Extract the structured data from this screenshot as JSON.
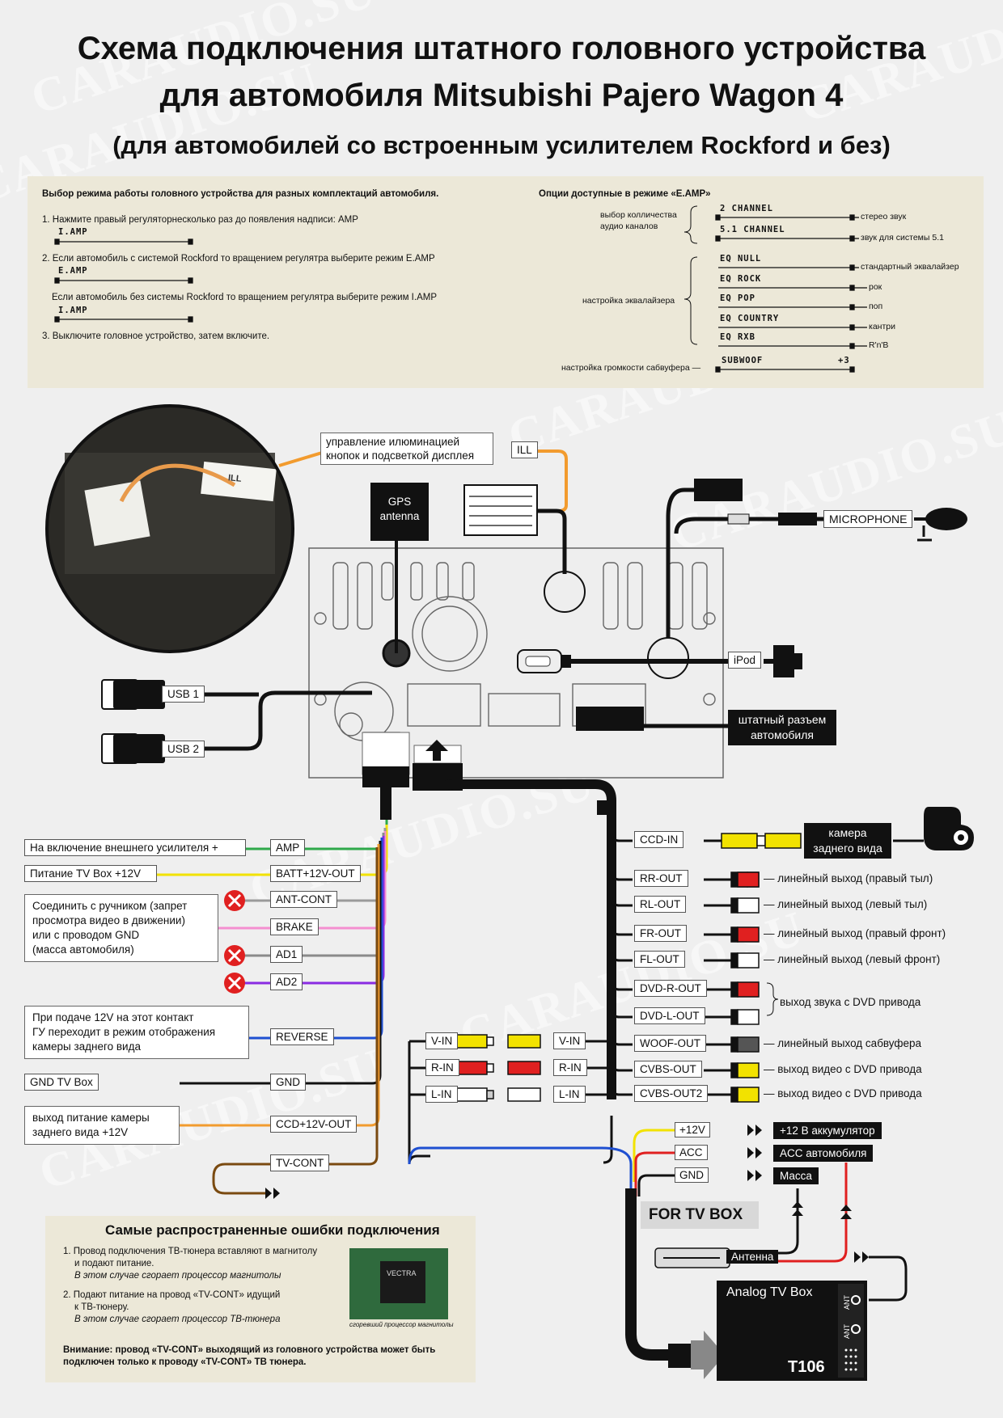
{
  "title_line1": "Схема подключения штатного головного устройства",
  "title_line2": "для автомобиля Mitsubishi Pajero Wagon 4",
  "subtitle": "(для автомобилей со встроенным усилителем Rockford и без)",
  "watermark": "CARAUDIO.SU",
  "mode": {
    "heading": "Выбор режима работы головного устройства для разных комплектаций автомобиля.",
    "step1": "1. Нажмите правый регуляторнесколько раз до появления надписи: AMP",
    "disp1": "I.AMP",
    "step2": "2. Если автомобиль с системой Rockford то вращением регулятра выберите режим E.AMP",
    "disp2": "E.AMP",
    "step2b": "Если автомобиль без системы Rockford то вращением регулятра выберите режим I.AMP",
    "disp3": "I.AMP",
    "step3": "3. Выключите головное устройство, затем включите."
  },
  "options": {
    "heading": "Опции доступные в режиме «E.AMP»",
    "channels_label_1": "выбор колличества",
    "channels_label_2": "аудио каналов",
    "ch2": "2 CHANNEL",
    "ch2_desc": "стерео звук",
    "ch51": "5.1 CHANNEL",
    "ch51_desc": "звук для системы 5.1",
    "eq_label": "настройка эквалайзера",
    "eq_null": "EQ  NULL",
    "eq_null_desc": "стандартный эквалайзер",
    "eq_rock": "EQ  ROCK",
    "eq_rock_desc": "рок",
    "eq_pop": "EQ  POP",
    "eq_pop_desc": "поп",
    "eq_country": "EQ  COUNTRY",
    "eq_country_desc": "кантри",
    "eq_rxb": "EQ  RXB",
    "eq_rxb_desc": "R'n'B",
    "sub_label": "настройка громкости сабвуфера —",
    "sub": "SUBWOOF",
    "sub_val": "+3"
  },
  "top": {
    "ill_desc": "управление илюминацией кнопок и подсветкой дисплея",
    "ill": "ILL",
    "photo_tag": "ILL",
    "gps": "GPS antenna",
    "microphone": "MICROPHONE",
    "ipod": "iPod",
    "usb1": "USB 1",
    "usb2": "USB 2",
    "stock": "штатный разъем автомобиля"
  },
  "left_wires": [
    {
      "desc": "На включение внешнего усилителя +",
      "tag": "AMP",
      "color": "#2ea84a"
    },
    {
      "desc": "Питание TV Box +12V",
      "tag": "BATT+12V-OUT",
      "color": "#f2e200"
    },
    {
      "desc": "",
      "tag": "ANT-CONT",
      "color": "#9a9a9a"
    },
    {
      "desc": "",
      "tag": "BRAKE",
      "color": "#f48fd0"
    },
    {
      "desc": "",
      "tag": "AD1",
      "color": "#8a8a8a"
    },
    {
      "desc": "",
      "tag": "AD2",
      "color": "#8a2be2"
    },
    {
      "desc": "",
      "tag": "REVERSE",
      "color": "#1e4fd1"
    },
    {
      "desc": "GND TV Box",
      "tag": "GND",
      "color": "#111111"
    },
    {
      "desc": "",
      "tag": "CCD+12V-OUT",
      "color": "#f29b2e"
    },
    {
      "desc": "",
      "tag": "TV-CONT",
      "color": "#7a4a10"
    }
  ],
  "brake_desc": [
    "Соединить с ручником (запрет",
    "просмотра видео в движении)",
    "или с проводом GND",
    "(масса автомобиля)"
  ],
  "reverse_desc": [
    "При подаче 12V на этот контакт",
    "ГУ переходит в режим отображения",
    "камеры заднего вида"
  ],
  "ccd_desc": [
    "выход питание камеры",
    "заднего вида +12V"
  ],
  "right_outputs": [
    {
      "tag": "CCD-IN",
      "desc": ""
    },
    {
      "tag": "RR-OUT",
      "desc": "— линейный выход (правый тыл)"
    },
    {
      "tag": "RL-OUT",
      "desc": "— линейный выход (левый тыл)"
    },
    {
      "tag": "FR-OUT",
      "desc": "— линейный выход (правый фронт)"
    },
    {
      "tag": "FL-OUT",
      "desc": "— линейный выход (левый фронт)"
    },
    {
      "tag": "DVD-R-OUT",
      "desc": ""
    },
    {
      "tag": "DVD-L-OUT",
      "desc": ""
    },
    {
      "tag": "WOOF-OUT",
      "desc": "— линейный выход сабвуфера"
    },
    {
      "tag": "CVBS-OUT",
      "desc": "— выход видео с DVD привода"
    },
    {
      "tag": "CVBS-OUT2",
      "desc": "— выход видео с DVD привода"
    }
  ],
  "camera": "камера заднего вида",
  "dvd_audio": "выход звука с DVD привода",
  "av_in": [
    "V-IN",
    "R-IN",
    "L-IN"
  ],
  "power": {
    "p12": "+12V",
    "acc": "ACC",
    "gnd": "GND",
    "p12_dst": "+12 В аккумулятор",
    "acc_dst": "ACC автомобиля",
    "gnd_dst": "Масса",
    "antenna": "Антенна"
  },
  "tvbox": {
    "for": "FOR TV BOX",
    "name": "Analog TV Box",
    "model": "T106",
    "ant1": "ANT",
    "ant2": "ANT"
  },
  "errors": {
    "heading": "Самые распространенные ошибки подключения",
    "e1a": "1. Провод подключения ТВ-тюнера вставляют в магнитолу",
    "e1b": "и подают питание.",
    "e1c": "В этом случае сгорает процессор магнитолы",
    "e2a": "2. Подают питание на провод «TV-CONT» идущий",
    "e2b": "к ТВ-тюнеру.",
    "e2c": "В этом случае сгорает процессор ТВ-тюнера",
    "chip_caption": "сгоревший процессор магнитолы",
    "chip_text": "VECTRA",
    "warn1": "Внимание: провод «TV-CONT» выходящий из головного устройства может быть",
    "warn2": "подключен только к проводу «TV-CONT» ТВ тюнера."
  }
}
